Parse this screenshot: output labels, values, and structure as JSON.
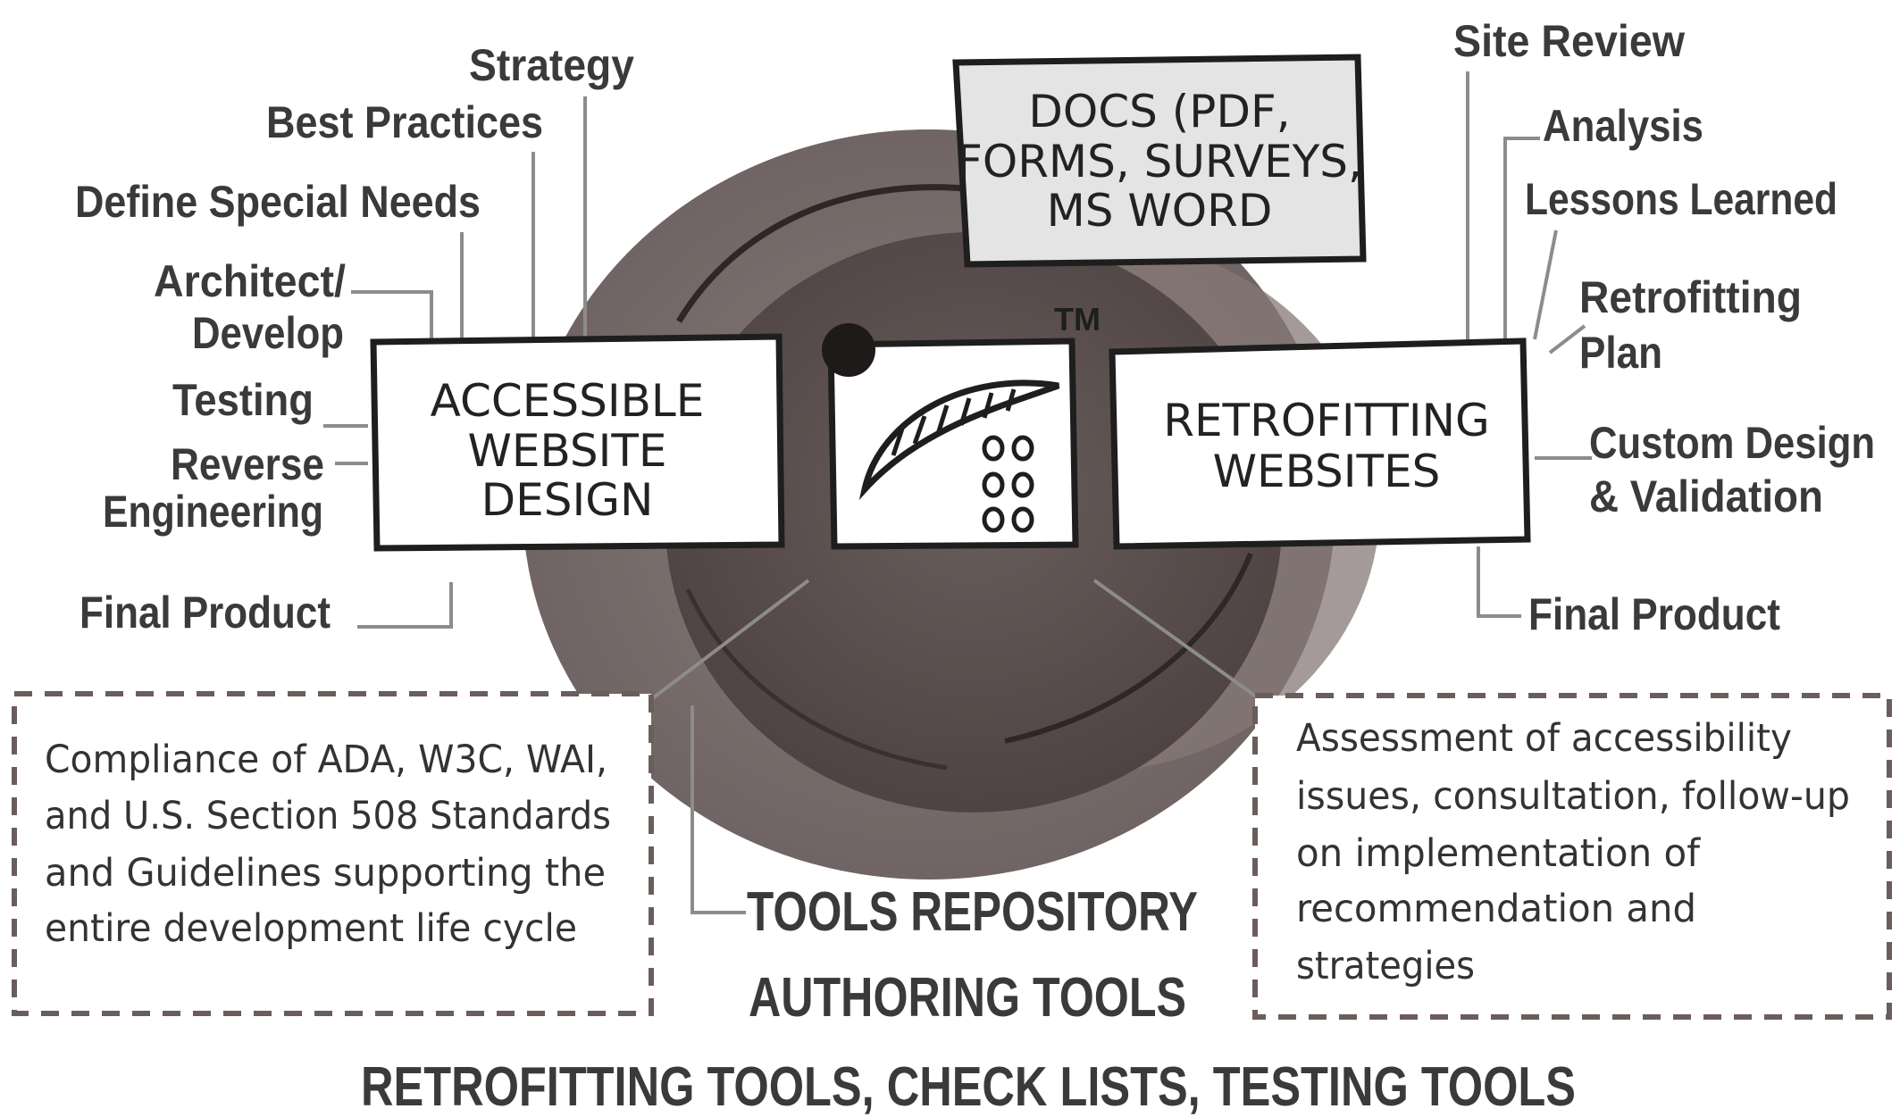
{
  "left_labels": [
    "Strategy",
    "Best Practices",
    "Define Special Needs",
    "Architect/",
    "Develop",
    "Testing",
    "Reverse",
    "Engineering",
    "Final Product"
  ],
  "right_labels": [
    "Site Review",
    "Analysis",
    "Lessons Learned",
    "Retrofitting",
    "Plan",
    "Custom Design",
    "& Validation",
    "Final Product"
  ],
  "boxes": {
    "accessible": [
      "ACCESSIBLE",
      "WEBSITE",
      "DESIGN"
    ],
    "retrofitting": [
      "RETROFITTING",
      "WEBSITES"
    ],
    "docs": [
      "DOCS (PDF,",
      "FORMS, SURVEYS,",
      "MS WORD"
    ],
    "logo_tm": "TM"
  },
  "left_note": [
    "Compliance of ADA, W3C, WAI,",
    "and U.S. Section 508 Standards",
    "and Guidelines supporting the",
    "entire development life cycle"
  ],
  "right_note": [
    "Assessment of accessibility",
    "issues, consultation, follow-up",
    "on implementation of",
    "recommendation and",
    "strategies"
  ],
  "bottom": {
    "line1": "TOOLS REPOSITORY",
    "line2": "AUTHORING TOOLS",
    "line3": "RETROFITTING TOOLS, CHECK LISTS, TESTING TOOLS"
  },
  "colors": {
    "ring_outer": "#7a6e6d",
    "ring_inner": "#5b4f4e",
    "box_fill": "#ffffff",
    "docs_fill": "#e4e4e4",
    "text": "#333333"
  }
}
